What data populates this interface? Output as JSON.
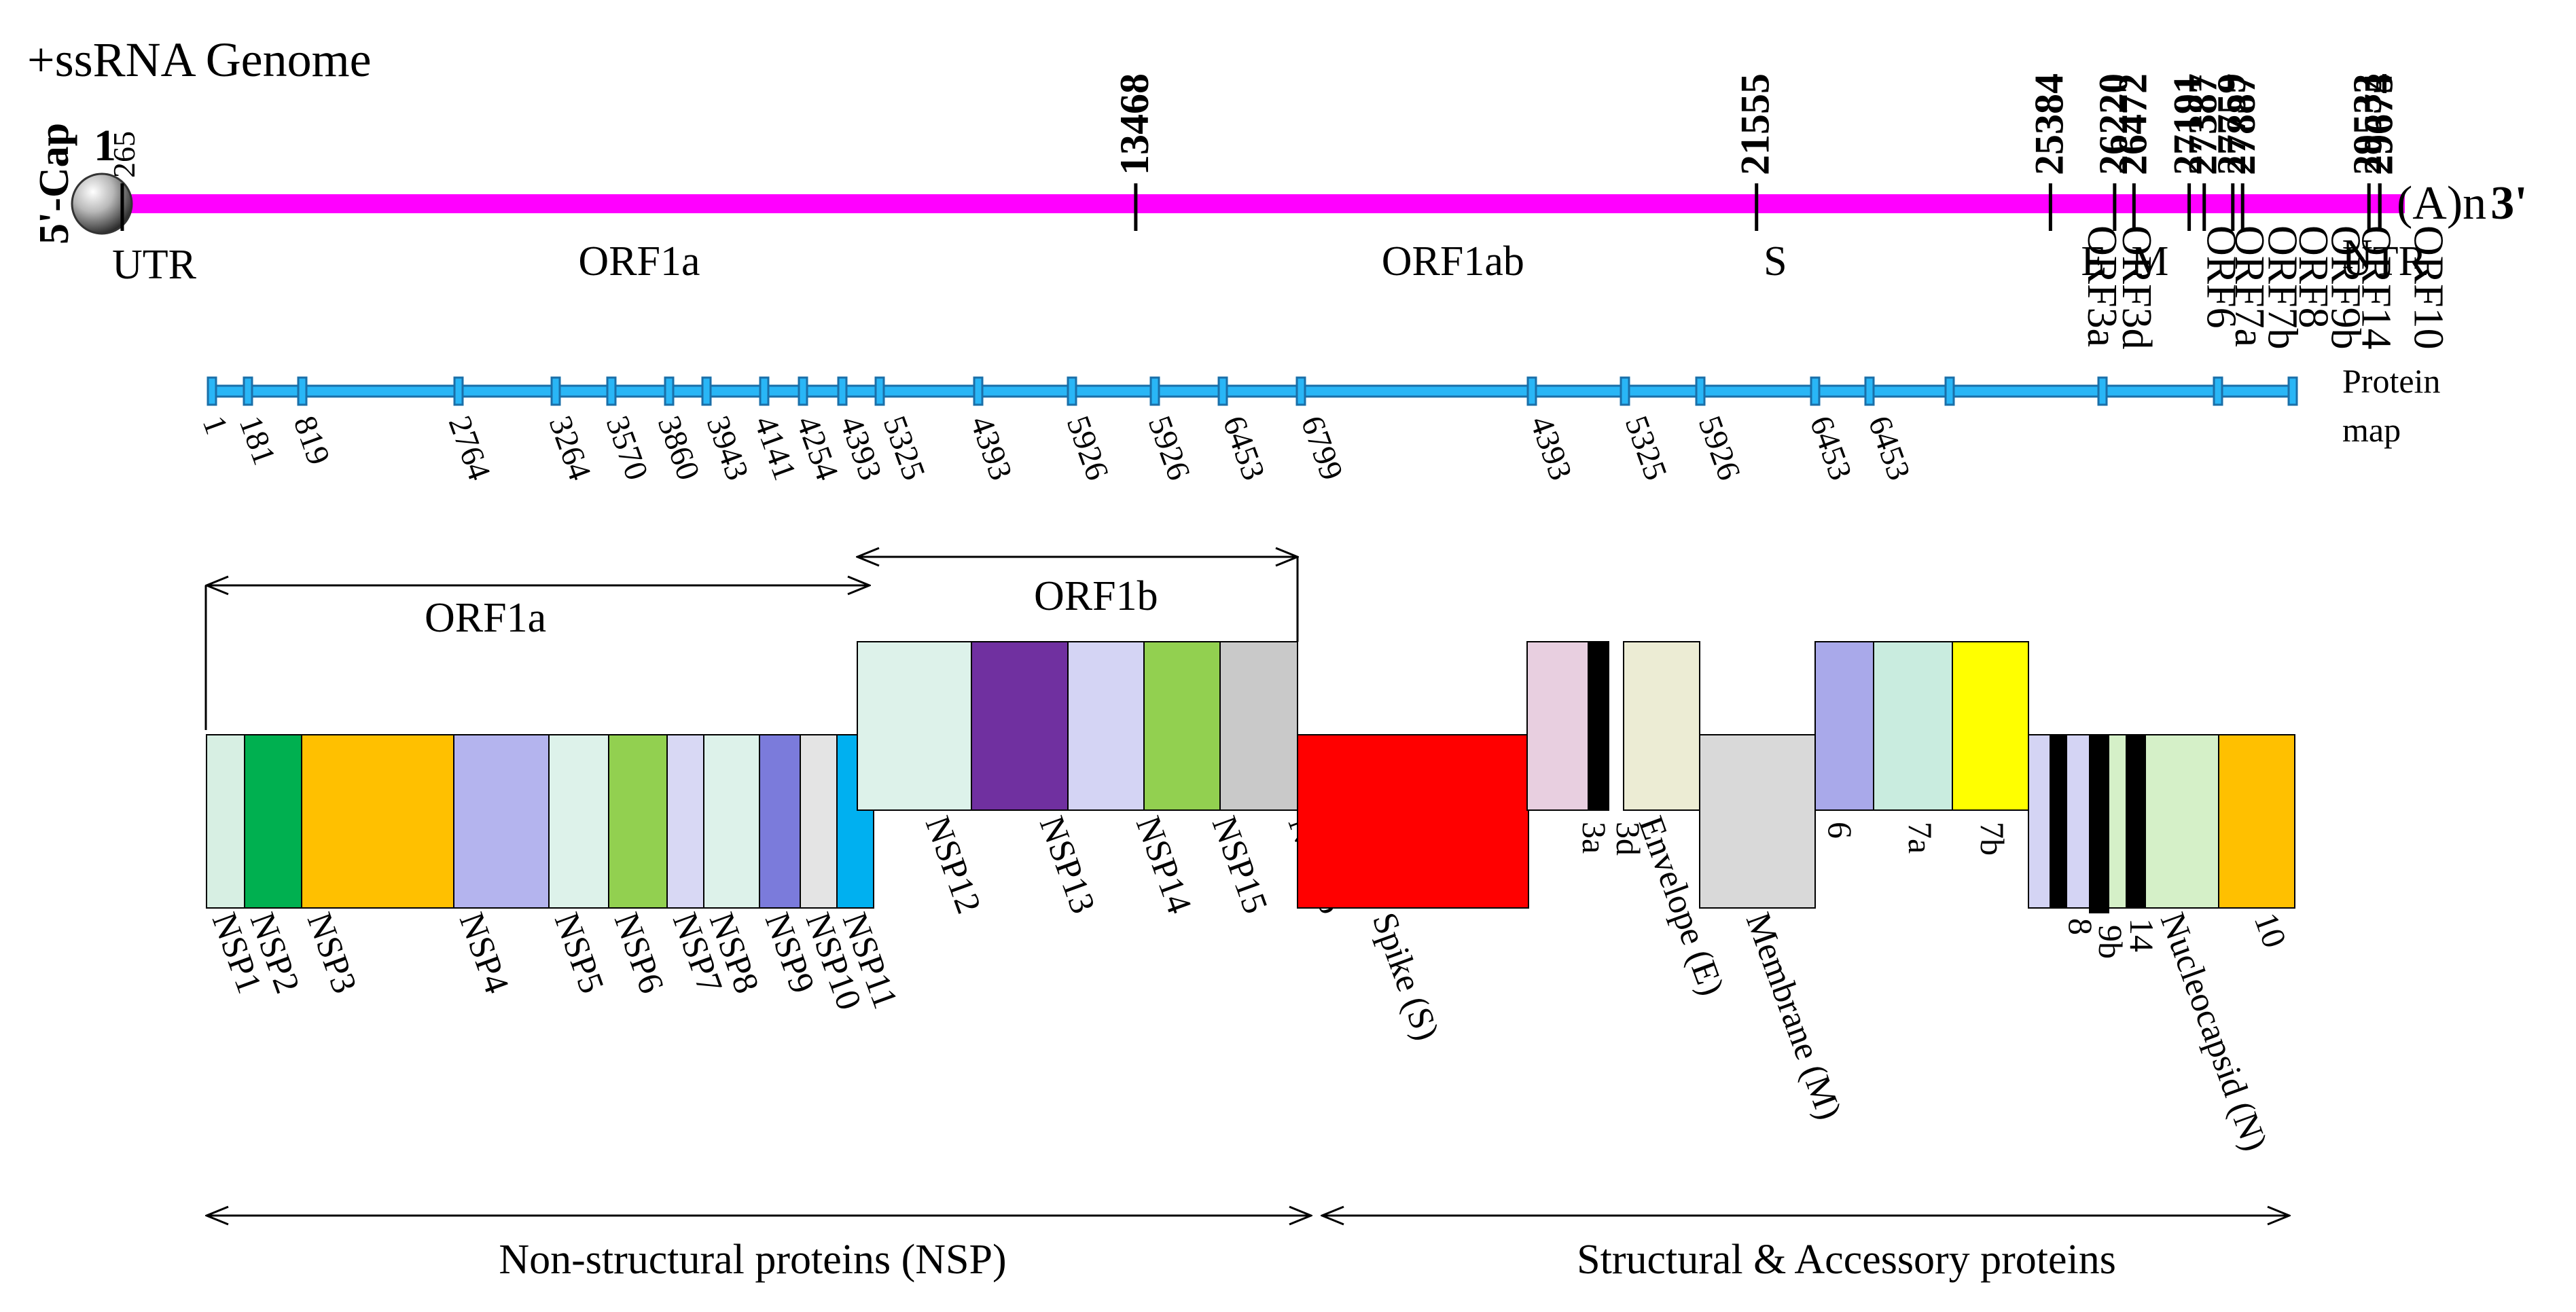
{
  "title": "+ssRNA Genome",
  "genome": {
    "cap_label": "5'-Cap",
    "start_label": "1",
    "end_label": "(A)n",
    "end_prime": "3'",
    "utr5_label": "UTR",
    "utr3_label": "UTR",
    "color_line": "#ff00ff",
    "positions": [
      {
        "label": "265",
        "pos": 265,
        "bold": false
      },
      {
        "label": "13468",
        "pos": 13468,
        "bold": true
      },
      {
        "label": "21555",
        "pos": 21555,
        "bold": true
      },
      {
        "label": "25384",
        "pos": 25384,
        "bold": true
      },
      {
        "label": "26220",
        "pos": 26220,
        "bold": true
      },
      {
        "label": "26472",
        "pos": 26472,
        "bold": true
      },
      {
        "label": "27191",
        "pos": 27191,
        "bold": true
      },
      {
        "label": "27387",
        "pos": 27387,
        "bold": true
      },
      {
        "label": "27759",
        "pos": 27759,
        "bold": true
      },
      {
        "label": "27887",
        "pos": 27887,
        "bold": true
      },
      {
        "label": "29533",
        "pos": 29533,
        "bold": true
      },
      {
        "label": "29674",
        "pos": 29674,
        "bold": true
      },
      {
        "label": "29675",
        "pos": 29675,
        "bold": true
      }
    ],
    "orf_labels_horizontal": [
      {
        "label": "ORF1a",
        "pos": 7000
      },
      {
        "label": "ORF1ab",
        "pos": 17600
      },
      {
        "label": "S",
        "pos": 21800
      },
      {
        "label": "E",
        "pos": 25950
      },
      {
        "label": "M",
        "pos": 26680
      }
    ],
    "orf_labels_vertical": [
      {
        "label": "ORF3a",
        "pos": 25700
      },
      {
        "label": "ORF3d",
        "pos": 26150
      },
      {
        "label": "ORF6",
        "pos": 27250
      },
      {
        "label": "ORF7a",
        "pos": 27620
      },
      {
        "label": "ORF7b",
        "pos": 28050
      },
      {
        "label": "ORF8",
        "pos": 28450
      },
      {
        "label": "ORF9b",
        "pos": 28870
      },
      {
        "label": "ORF14",
        "pos": 29270
      },
      {
        "label": "N",
        "pos": 29380,
        "horizontal": true
      },
      {
        "label": "ORF10",
        "pos": 29950
      }
    ]
  },
  "protein_map": {
    "label_line1": "Protein",
    "label_line2": "map",
    "color": "#29b6f6",
    "ticks": [
      "1",
      "181",
      "819",
      "2764",
      "3264",
      "3570",
      "3860",
      "3943",
      "4141",
      "4254",
      "4393",
      "5325",
      "4393",
      "5926",
      "5926",
      "6453",
      "6799",
      "4393",
      "5325",
      "5926",
      "6453",
      "6453"
    ]
  },
  "orf_spans": {
    "orf1a_label": "ORF1a",
    "orf1b_label": "ORF1b"
  },
  "nsp_blocks": [
    {
      "label": "NSP1",
      "color": "#d7efe3"
    },
    {
      "label": "NSP2",
      "color": "#00b050"
    },
    {
      "label": "NSP3",
      "color": "#ffc000"
    },
    {
      "label": "NSP4",
      "color": "#b4b4ee"
    },
    {
      "label": "NSP5",
      "color": "#ddf2ea"
    },
    {
      "label": "NSP6",
      "color": "#92d050"
    },
    {
      "label": "NSP7",
      "color": "#d8d8f4"
    },
    {
      "label": "NSP8",
      "color": "#ddf2ea"
    },
    {
      "label": "NSP9",
      "color": "#7b7bdb"
    },
    {
      "label": "NSP10",
      "color": "#e4e4e4"
    },
    {
      "label": "NSP11",
      "color": "#00b0f0"
    }
  ],
  "nsp_blocks_b": [
    {
      "label": "NSP12",
      "color": "#ddf2ea"
    },
    {
      "label": "NSP13",
      "color": "#7030a0"
    },
    {
      "label": "NSP14",
      "color": "#d4d4f4"
    },
    {
      "label": "NSP15",
      "color": "#92d050"
    },
    {
      "label": "NSP16",
      "color": "#c9c9c9"
    }
  ],
  "structural": {
    "spike": {
      "label": "Spike (S)",
      "color": "#ff0000"
    },
    "orf3a": {
      "label": "3a",
      "color": "#e8cfe0"
    },
    "orf3d": {
      "label": "3d",
      "color": "#000000"
    },
    "envelope": {
      "label": "Envelope (E)",
      "color": "#ececd4"
    },
    "membrane": {
      "label": "Membrane (M)",
      "color": "#d9d9d9"
    },
    "orf6": {
      "label": "6",
      "color": "#a9a9ea"
    },
    "orf7a": {
      "label": "7a",
      "color": "#c9ecdf"
    },
    "orf7b": {
      "label": "7b",
      "color": "#ffff00"
    },
    "orf8": {
      "label": "8",
      "color": "#d4d4f4"
    },
    "orf9b": {
      "label": "9b",
      "color": "#000000"
    },
    "orf14": {
      "label": "14",
      "color": "#000000"
    },
    "nucleocapsid": {
      "label": "Nucleocapsid (N)",
      "color": "#d5f0c8"
    },
    "orf10": {
      "label": "10",
      "color": "#ffc000"
    }
  },
  "bottom": {
    "nsp_label": "Non-structural proteins (NSP)",
    "struct_label": "Structural & Accessory proteins"
  }
}
